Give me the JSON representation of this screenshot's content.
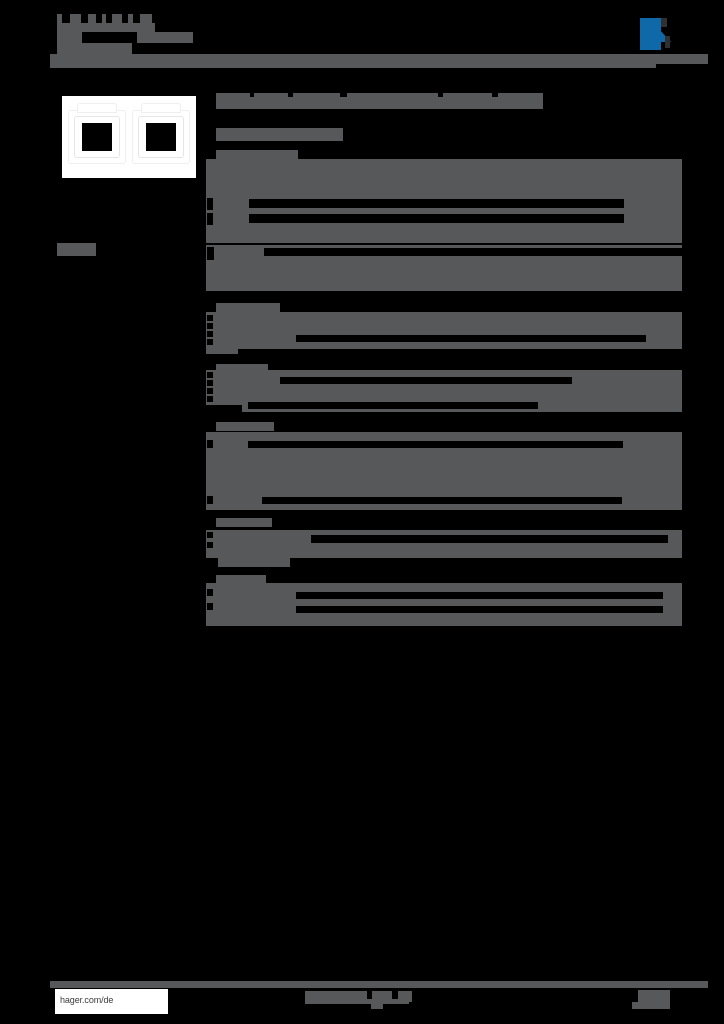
{
  "document": {
    "kind": "product-datasheet",
    "background_color": "#000000",
    "redaction_color": "#565859",
    "accent_color": "#0f69a8"
  },
  "header": {
    "title_redacted": "",
    "subtitle_redacted": "",
    "logo_name": "hager-logo",
    "rule_label": ""
  },
  "product": {
    "image_alt": "double-gang white wall plate frame",
    "caption_redacted": ""
  },
  "sidebar": {
    "label_redacted": ""
  },
  "main": {
    "heading_redacted": "",
    "subheading_redacted": "",
    "sections": [
      {
        "name": "section-1",
        "title_redacted": "",
        "rows": 7
      },
      {
        "name": "section-2",
        "title_redacted": "",
        "rows": 3
      },
      {
        "name": "section-3",
        "title_redacted": "",
        "rows": 3
      },
      {
        "name": "section-4",
        "title_redacted": "",
        "rows": 5
      },
      {
        "name": "section-5",
        "title_redacted": "",
        "rows": 2
      },
      {
        "name": "section-6",
        "title_redacted": "",
        "rows": 3
      }
    ]
  },
  "footer": {
    "url": "hager.com/de",
    "center_redacted": "",
    "page_number_redacted": ""
  }
}
